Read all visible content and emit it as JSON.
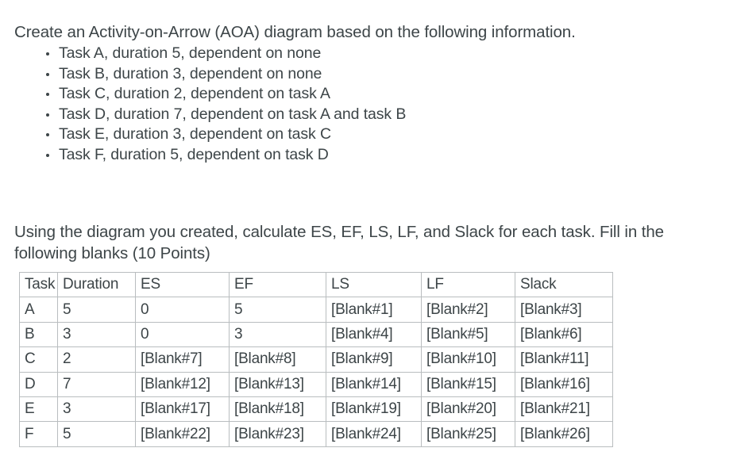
{
  "document": {
    "intro": "Create an Activity-on-Arrow (AOA) diagram based on the following information.",
    "task_list": [
      "Task A, duration 5, dependent on none",
      "Task B, duration 3, dependent on none",
      "Task C, duration 2, dependent on task A",
      "Task D, duration 7, dependent on task A and task B",
      "Task E, duration 3, dependent on task C",
      "Task F, duration 5, dependent on task D"
    ],
    "instructions": "Using the diagram you created, calculate ES, EF, LS, LF, and Slack for each task. Fill in the following blanks (10 Points)"
  },
  "table": {
    "headers": [
      "Task",
      "Duration",
      "ES",
      "EF",
      "LS",
      "LF",
      "Slack"
    ],
    "rows": [
      [
        "A",
        "5",
        "0",
        "5",
        "[Blank#1]",
        "[Blank#2]",
        "[Blank#3]"
      ],
      [
        "B",
        "3",
        "0",
        "3",
        "[Blank#4]",
        "[Blank#5]",
        "[Blank#6]"
      ],
      [
        "C",
        "2",
        "[Blank#7]",
        "[Blank#8]",
        "[Blank#9]",
        "[Blank#10]",
        "[Blank#11]"
      ],
      [
        "D",
        "7",
        "[Blank#12]",
        "[Blank#13]",
        "[Blank#14]",
        "[Blank#15]",
        "[Blank#16]"
      ],
      [
        "E",
        "3",
        "[Blank#17]",
        "[Blank#18]",
        "[Blank#19]",
        "[Blank#20]",
        "[Blank#21]"
      ],
      [
        "F",
        "5",
        "[Blank#22]",
        "[Blank#23]",
        "[Blank#24]",
        "[Blank#25]",
        "[Blank#26]"
      ]
    ]
  },
  "colors": {
    "text": "#3d4548",
    "border": "#b9bdbf",
    "background": "#ffffff"
  }
}
